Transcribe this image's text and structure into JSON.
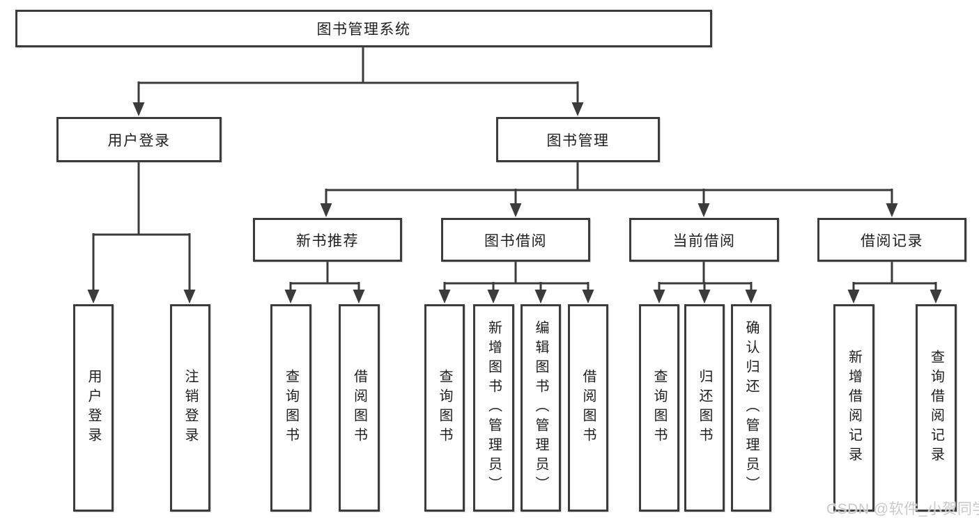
{
  "diagram": {
    "root": {
      "label": "图书管理系统"
    },
    "branches": [
      {
        "label": "用户登录",
        "children": [
          {
            "label": "用户登录"
          },
          {
            "label": "注销登录"
          }
        ]
      },
      {
        "label": "图书管理",
        "children": [
          {
            "label": "新书推荐",
            "children": [
              {
                "label": "查询图书"
              },
              {
                "label": "借阅图书"
              }
            ]
          },
          {
            "label": "图书借阅",
            "children": [
              {
                "label": "查询图书"
              },
              {
                "label": "新增图书（管理员）"
              },
              {
                "label": "编辑图书（管理员）"
              },
              {
                "label": "借阅图书"
              }
            ]
          },
          {
            "label": "当前借阅",
            "children": [
              {
                "label": "查询图书"
              },
              {
                "label": "归还图书"
              },
              {
                "label": "确认归还（管理员）"
              }
            ]
          },
          {
            "label": "借阅记录",
            "children": [
              {
                "label": "新增借阅记录"
              },
              {
                "label": "查询借阅记录"
              }
            ]
          }
        ]
      }
    ]
  },
  "watermark": {
    "text": "CSDN @软件_小贺同学"
  },
  "colors": {
    "line": "#3b3b3b",
    "text": "#1e1e1e",
    "background": "#ffffff",
    "watermark": "#c7c7c7"
  }
}
